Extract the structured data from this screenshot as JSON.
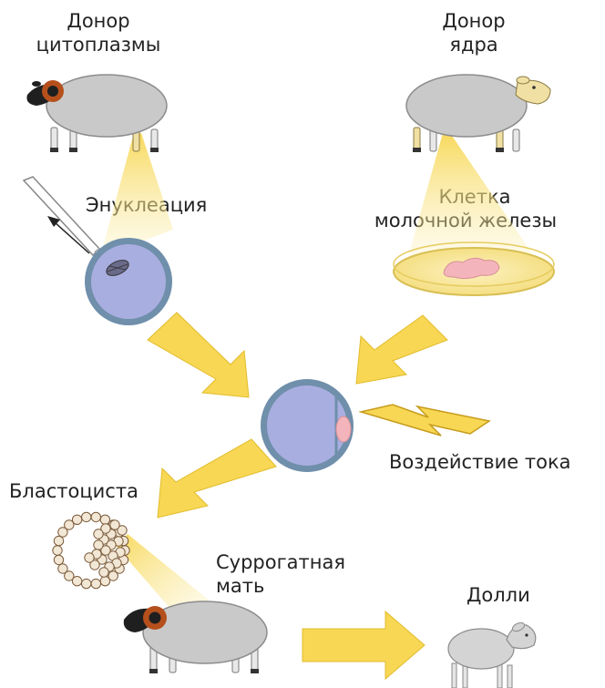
{
  "labels": {
    "cytoplasm_donor_line1": "Донор",
    "cytoplasm_donor_line2": "цитоплазмы",
    "nucleus_donor_line1": "Донор",
    "nucleus_donor_line2": "ядра",
    "enucleation": "Энуклеация",
    "mammary_cell_line1": "Клетка",
    "mammary_cell_line2": "молочной железы",
    "electric_shock": "Воздействие тока",
    "blastocyst": "Бластоциста",
    "surrogate_line1": "Суррогатная",
    "surrogate_line2": "мать",
    "dolly": "Долли"
  },
  "colors": {
    "arrow_yellow": "#f7d754",
    "arrow_yellow_edge": "#e2bc2c",
    "light_beam": "#f9e27a",
    "cell_purple": "#a9aee0",
    "cell_ring": "#6f8fab",
    "sheep_wool": "#c9c9c9",
    "sheep_face_black": "#1f1f1f",
    "ram_horn": "#b5501d",
    "face_cream": "#f1e0a4",
    "petri_fill": "#f8eba6",
    "tissue_pink": "#f3b5bb",
    "blastocyst_cell": "#f2e7d5"
  },
  "icons": {
    "cytoplasm_donor": "blackface-ram-icon",
    "nucleus_donor": "whiteface-sheep-icon",
    "pipette": "pipette-icon",
    "egg_cell": "egg-cell-icon",
    "petri_dish": "petri-dish-icon",
    "fused_cell": "fused-cell-icon",
    "lightning": "lightning-bolt-icon",
    "blastocyst": "blastocyst-icon",
    "surrogate": "surrogate-ram-icon",
    "dolly": "lamb-icon"
  }
}
